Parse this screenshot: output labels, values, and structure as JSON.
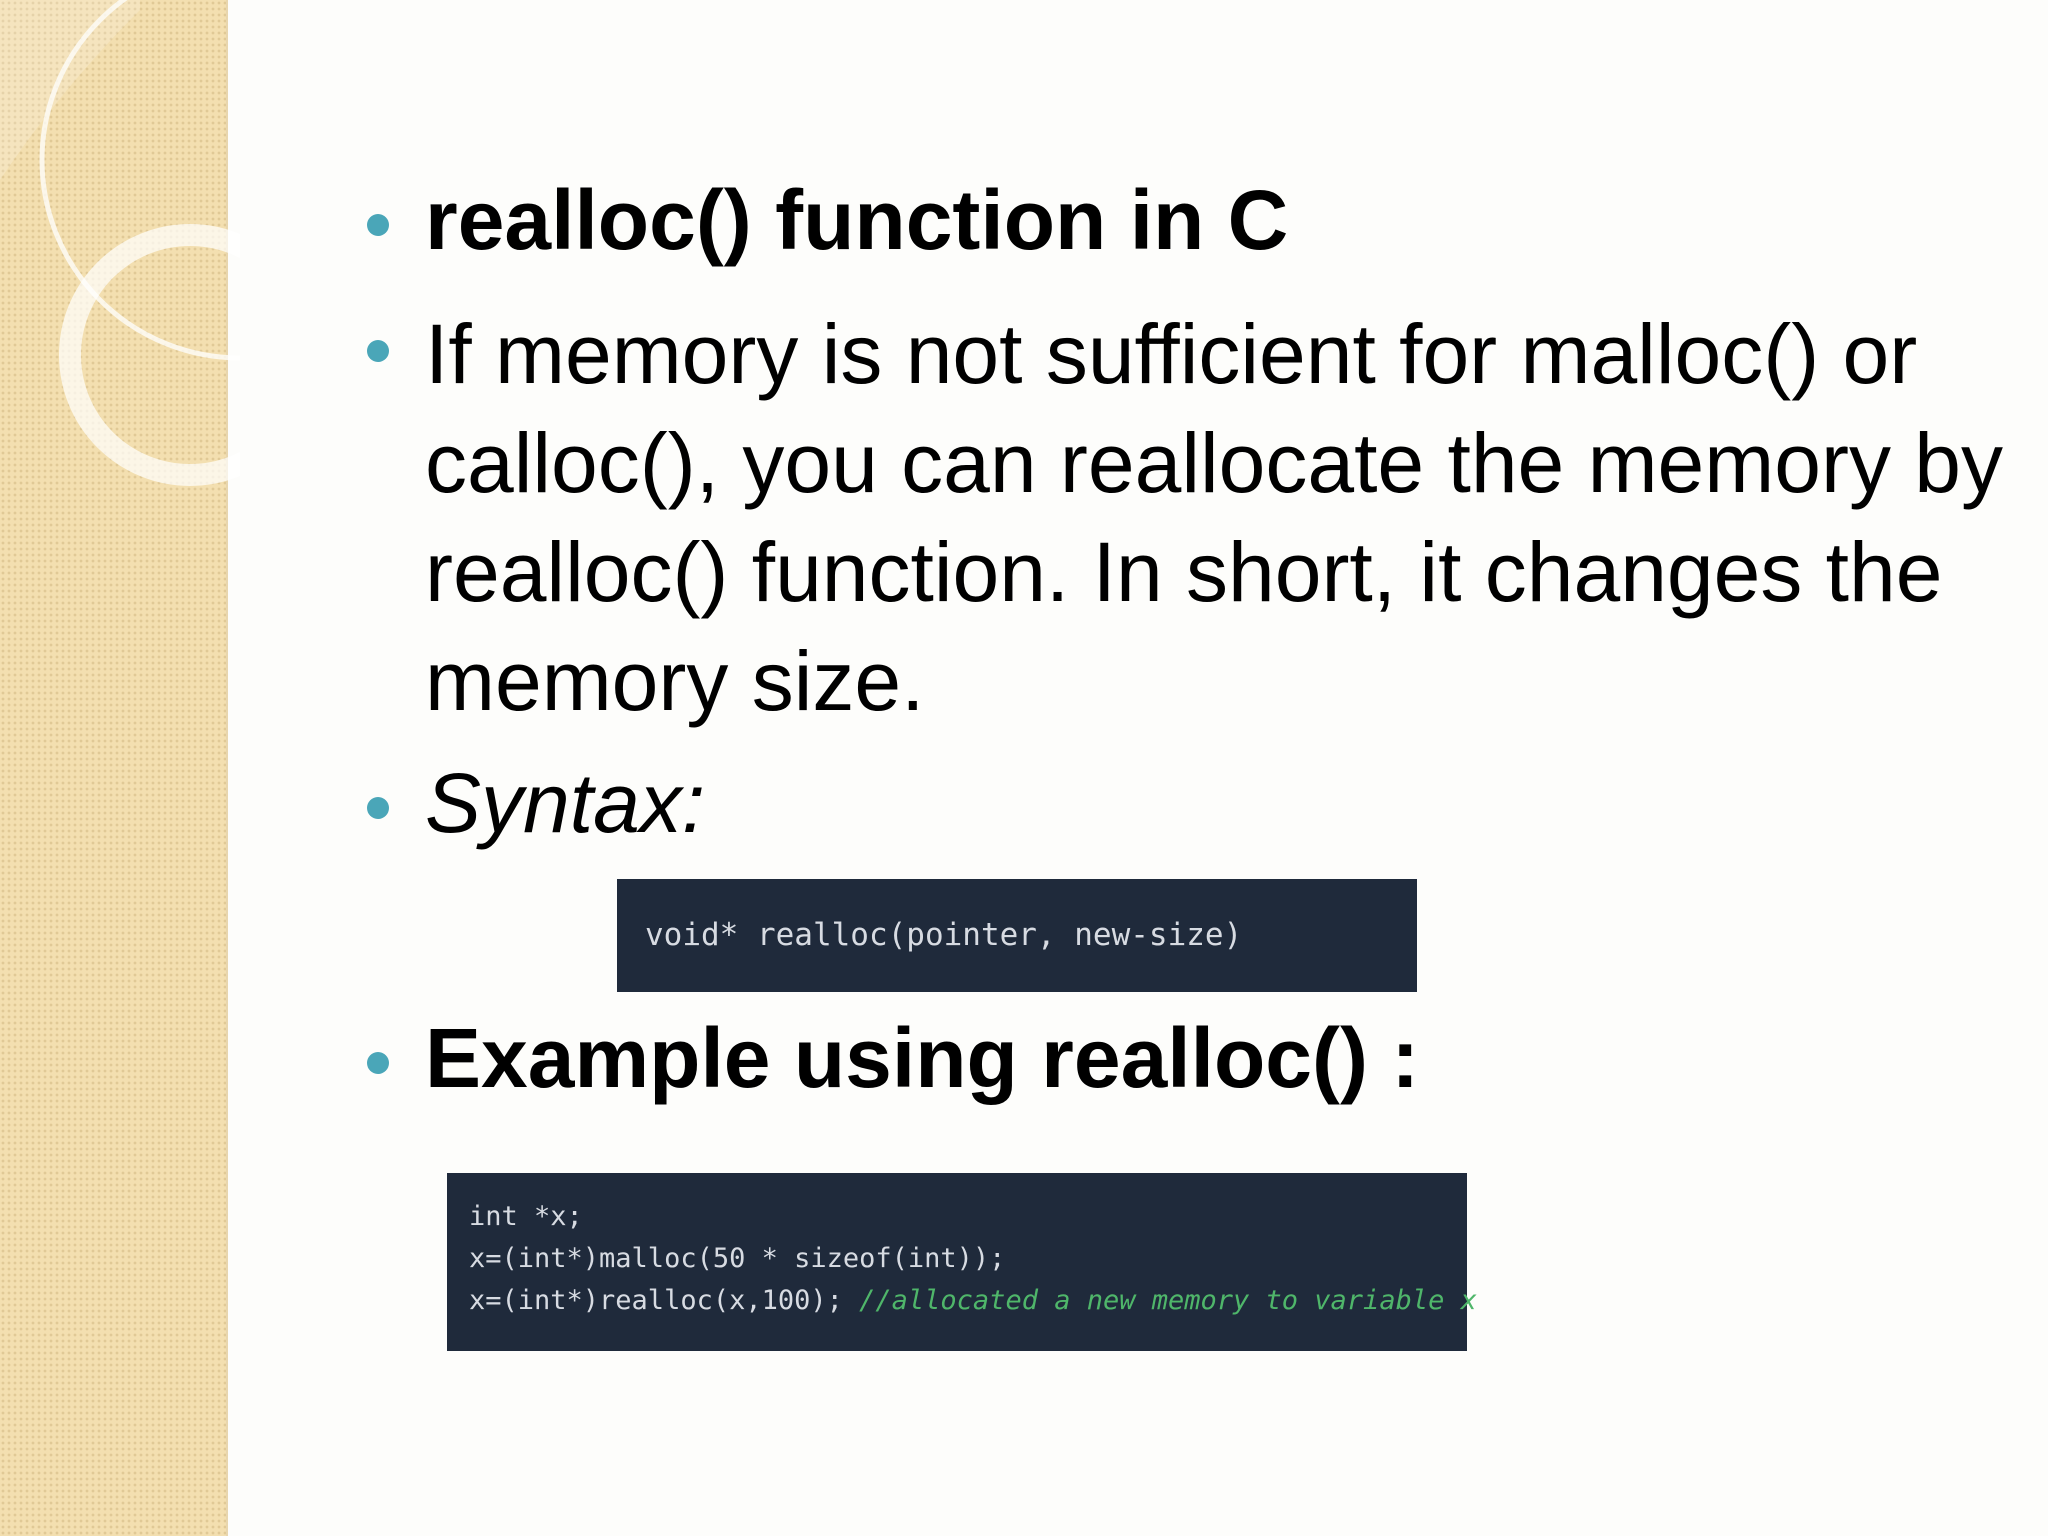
{
  "slide": {
    "title": "realloc() function in C",
    "description": "If memory is not sufficient for malloc() or calloc(), you can reallocate the memory by realloc() function. In short, it changes the memory size.",
    "syntax_label": "Syntax:",
    "syntax_code": "void* realloc(pointer, new-size)",
    "example_label": "Example using realloc() :",
    "example_code": {
      "line1": "int *x;",
      "line2": "x=(int*)malloc(50 * sizeof(int));",
      "line3_code": "x=(int*)realloc(x,100); ",
      "line3_comment": "//allocated a new memory to variable x"
    }
  },
  "theme": {
    "bullet_color": "#4aa6b8",
    "sidebar_color": "#f3dfb0",
    "code_bg": "#1f2a3b",
    "comment_color": "#4fb66a"
  }
}
